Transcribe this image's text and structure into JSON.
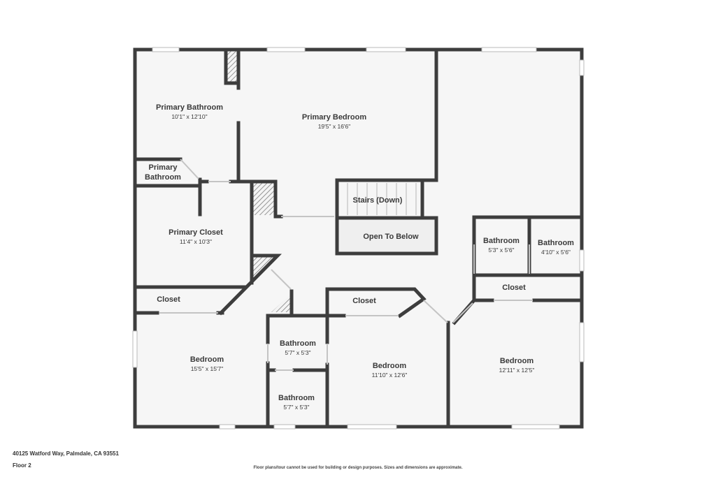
{
  "rooms": {
    "primary_bathroom": {
      "name": "Primary Bathroom",
      "dims": "10'1\" x 12'10\""
    },
    "primary_bedroom": {
      "name": "Primary Bedroom",
      "dims": "19'5\" x 16'6\""
    },
    "primary_bathroom_small": {
      "line1": "Primary",
      "line2": "Bathroom"
    },
    "stairs": {
      "name": "Stairs (Down)"
    },
    "open_to_below": {
      "name": "Open To Below"
    },
    "primary_closet": {
      "name": "Primary Closet",
      "dims": "11'4\" x 10'3\""
    },
    "bathroom_a": {
      "name": "Bathroom",
      "dims": "5'3\" x 5'6\""
    },
    "bathroom_b": {
      "name": "Bathroom",
      "dims": "4'10\" x 5'6\""
    },
    "closet_right": {
      "name": "Closet"
    },
    "closet_left": {
      "name": "Closet"
    },
    "closet_mid": {
      "name": "Closet"
    },
    "bedroom_left": {
      "name": "Bedroom",
      "dims": "15'5\" x 15'7\""
    },
    "bathroom_c": {
      "name": "Bathroom",
      "dims": "5'7\" x 5'3\""
    },
    "bathroom_d": {
      "name": "Bathroom",
      "dims": "5'7\" x 5'3\""
    },
    "bedroom_mid": {
      "name": "Bedroom",
      "dims": "11'10\" x 12'6\""
    },
    "bedroom_right": {
      "name": "Bedroom",
      "dims": "12'11\" x 12'5\""
    }
  },
  "footer": {
    "address": "40125 Watford Way, Palmdale, CA 93551",
    "floor": "Floor 2",
    "disclaimer": "Floor plans/tour cannot be used for building or design purposes. Sizes and dimensions are approximate."
  },
  "colors": {
    "wall": "#3d3d3d",
    "floor": "#f6f6f6",
    "window": "#c9c9c9",
    "hatch": "#8a8a8a"
  }
}
